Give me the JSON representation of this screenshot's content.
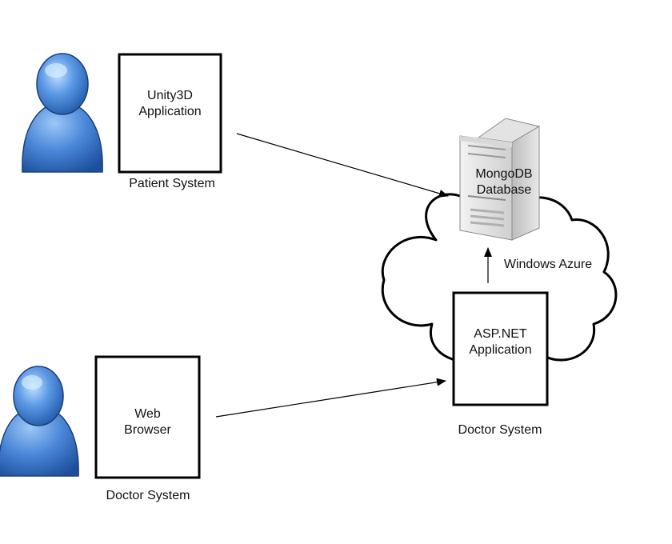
{
  "patient": {
    "box_line1": "Unity3D",
    "box_line2": "Application",
    "caption": "Patient System",
    "icon": "user-icon"
  },
  "doctor_client": {
    "box_line1": "Web",
    "box_line2": "Browser",
    "caption": "Doctor System",
    "icon": "user-icon"
  },
  "cloud": {
    "label": "Windows Azure",
    "icon": "cloud-icon"
  },
  "database": {
    "line1": "MongoDB",
    "line2": "Database",
    "icon": "server-tower-icon"
  },
  "server_app": {
    "box_line1": "ASP.NET",
    "box_line2": "Application",
    "caption": "Doctor System"
  },
  "colors": {
    "user_icon_fill": "#3f7fd9",
    "user_icon_dark": "#1c4f9e",
    "user_icon_light": "#8fc0f5",
    "line": "#000000"
  }
}
